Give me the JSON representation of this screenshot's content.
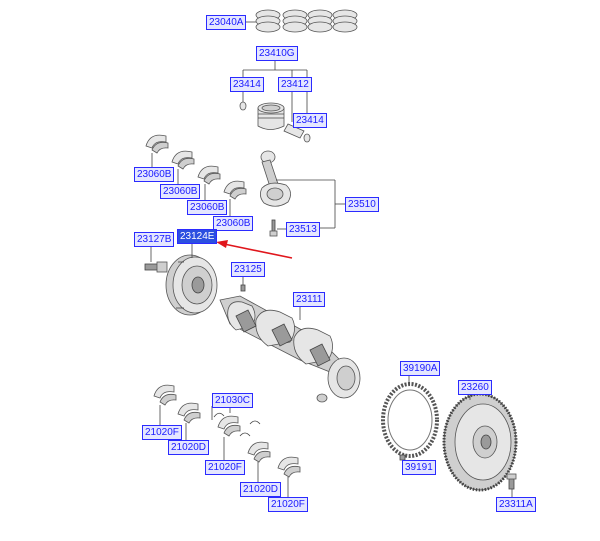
{
  "colors": {
    "label_text": "#1a1aff",
    "label_bg": "#e4e6ff",
    "label_border": "#2b2bff",
    "selected_bg": "#2b4fe0",
    "arrow": "#e0161c"
  },
  "labels": {
    "l23040A": "23040A",
    "l23410G": "23410G",
    "l23414a": "23414",
    "l23412": "23412",
    "l23414b": "23414",
    "l23060Ba": "23060B",
    "l23060Bb": "23060B",
    "l23060Bc": "23060B",
    "l23060Bd": "23060B",
    "l23510": "23510",
    "l23513": "23513",
    "l23127B": "23127B",
    "l23124E": "23124E",
    "l23125": "23125",
    "l23111": "23111",
    "l39190A": "39190A",
    "l23260": "23260",
    "l39191": "39191",
    "l23311A": "23311A",
    "l21030C": "21030C",
    "l21020Fa": "21020F",
    "l21020D1": "21020D",
    "l21020Fb": "21020F",
    "l21020D2": "21020D",
    "l21020Fc": "21020F"
  },
  "selected": "23124E"
}
